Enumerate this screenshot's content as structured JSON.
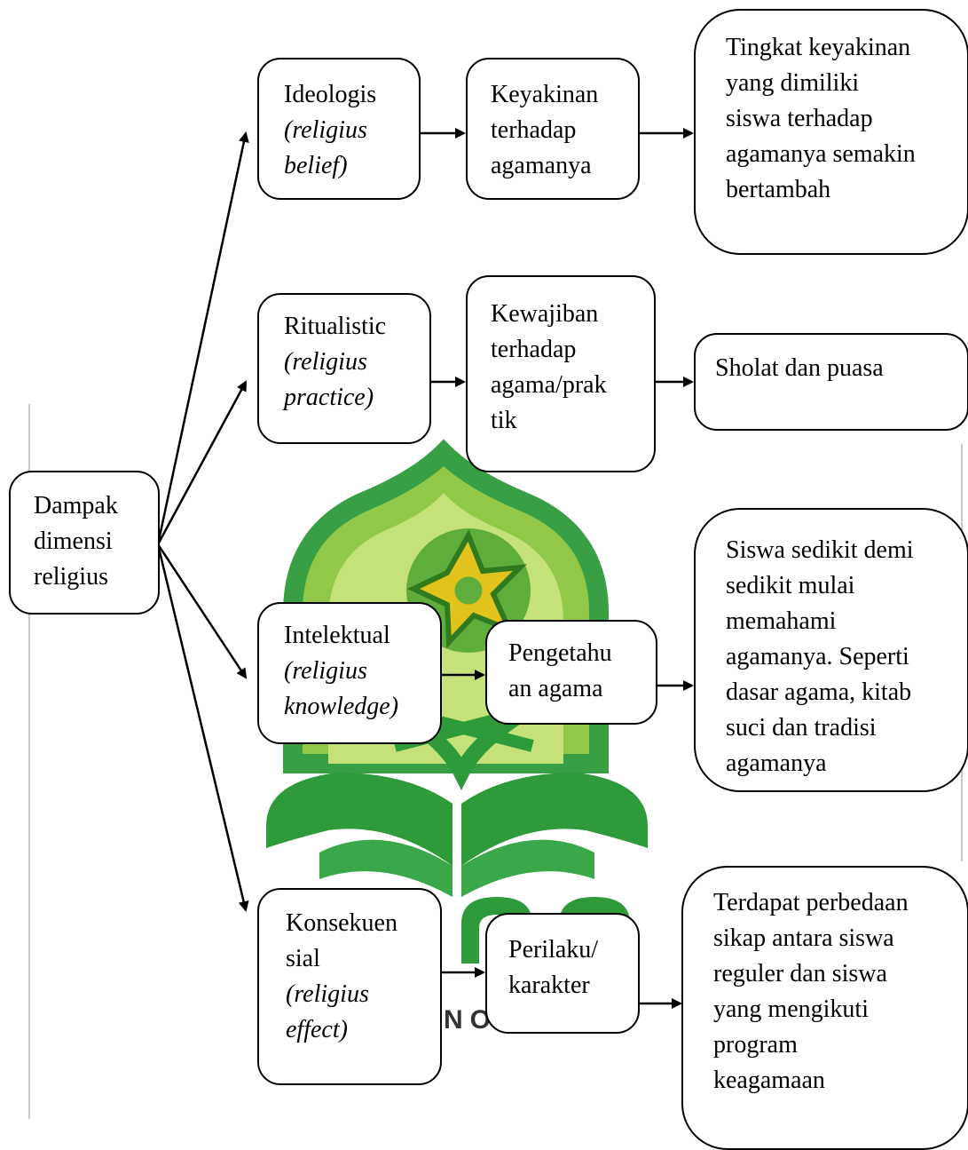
{
  "root": {
    "lines": "Dampak\ndimensi\nreligius"
  },
  "rows": [
    {
      "category": {
        "title": "Ideologis",
        "english": "(religius\nbelief)"
      },
      "meaning": "Keyakinan\nterhadap\nagamanya",
      "result": "Tingkat keyakinan\nyang dimiliki\nsiswa terhadap\nagamanya semakin\nbertambah"
    },
    {
      "category": {
        "title": "Ritualistic",
        "english": "(religius\npractice)"
      },
      "meaning": "Kewajiban\nterhadap\nagama/prak\ntik",
      "result": "Sholat dan puasa"
    },
    {
      "category": {
        "title": "Intelektual",
        "english": "(religius\nknowledge)"
      },
      "meaning": "Pengetahu\nan agama",
      "result": "Siswa sedikit demi\nsedikit mulai\nmemahami\nagamanya. Seperti\ndasar agama, kitab\nsuci dan tradisi\nagamanya"
    },
    {
      "category": {
        "title": "Konsekuen\nsial",
        "english": "(religius\neffect)"
      },
      "meaning": "Perilaku/\nkarakter",
      "result": "Terdapat perbedaan\nsikap antara siswa\nreguler dan siswa\nyang mengikuti\nprogram\nkeagamaan"
    }
  ],
  "watermark": {
    "visible_text": "NO",
    "colors": {
      "dark_green": "#2f9a3a",
      "light_green": "#8dc63f",
      "gold": "#c9a516",
      "outline": "#1f7a2a"
    }
  }
}
